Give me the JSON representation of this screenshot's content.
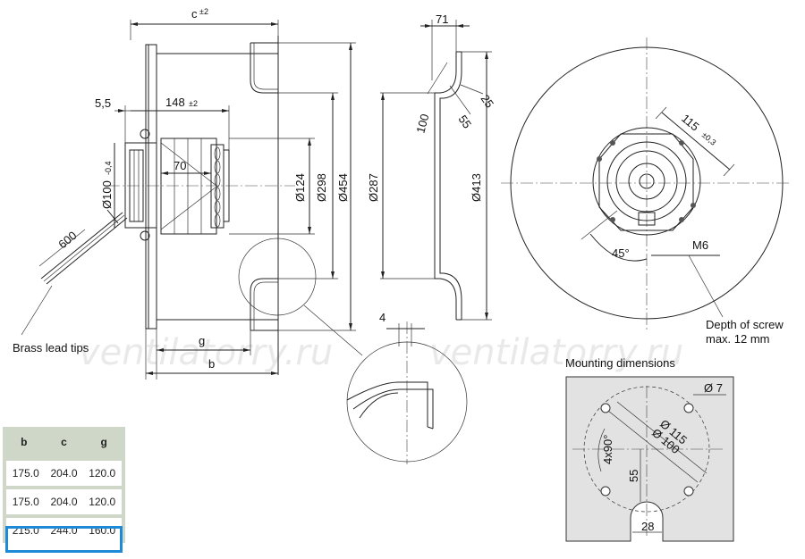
{
  "labels": {
    "c": "c",
    "c_tol": "±2",
    "d5_5": "5,5",
    "d148": "148",
    "d148_tol": "±2",
    "d70": "70",
    "d100": "Ø100",
    "d100_tol": "-0,4",
    "d600": "600",
    "d124": "Ø124",
    "d298": "Ø298",
    "d454": "Ø454",
    "g": "g",
    "b": "b",
    "brass": "Brass lead tips",
    "d71": "71",
    "d287": "Ø287",
    "d413": "Ø413",
    "d100b": "100",
    "d55": "55",
    "d25": "25",
    "d4": "4",
    "d115": "115",
    "d115_tol": "±0,3",
    "d45": "45°",
    "m6": "M6",
    "depth1": "Depth of screw",
    "depth2": "max. 12 mm",
    "mounting": "Mounting dimensions",
    "m_d7": "Ø 7",
    "m_d115": "Ø 115",
    "m_d100": "Ø 100",
    "m_4x90": "4x90°",
    "m_55": "55",
    "m_28": "28"
  },
  "watermarks": [
    "ventilatorry.ru",
    "ventilatorry.ru"
  ],
  "table": {
    "headers": [
      "b",
      "c",
      "g"
    ],
    "rows": [
      [
        "175.0",
        "204.0",
        "120.0"
      ],
      [
        "175.0",
        "204.0",
        "120.0"
      ],
      [
        "215.0",
        "244.0",
        "160.0"
      ]
    ],
    "selected_row": 2
  },
  "colors": {
    "table_header_bg": "#cfd8c8",
    "selection": "#1e8ad6",
    "mounting_fill": "#e2e2e2"
  }
}
